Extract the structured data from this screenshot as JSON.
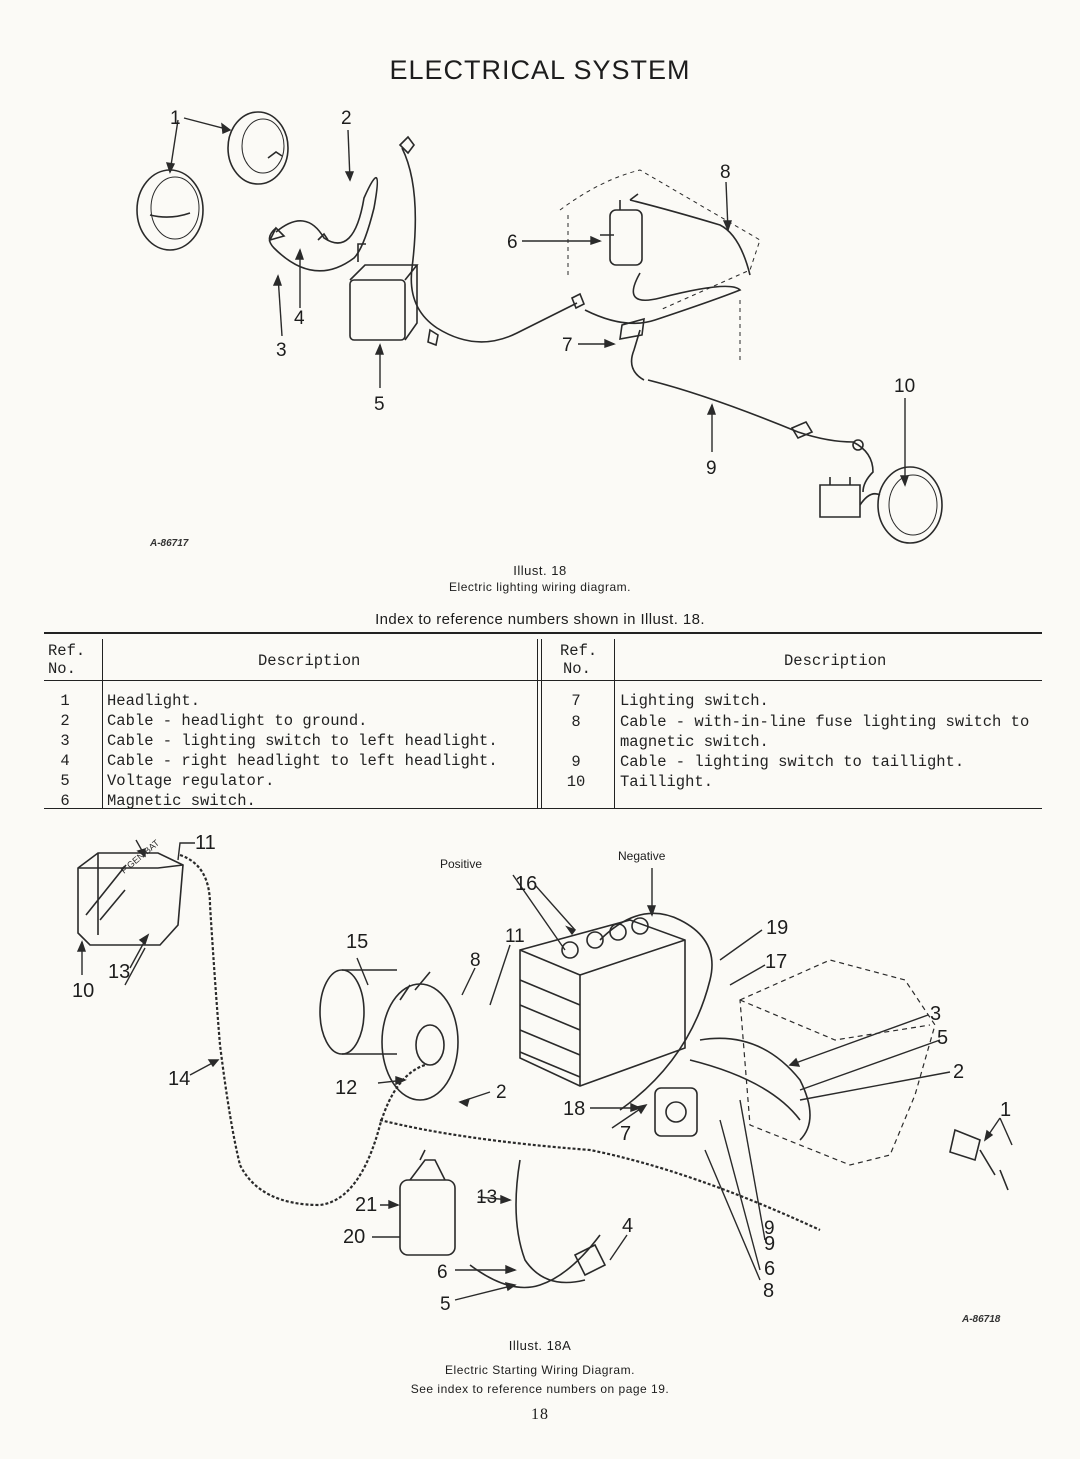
{
  "page_title": "ELECTRICAL SYSTEM",
  "illust18": {
    "figure_number": "A-86717",
    "caption_line1": "Illust. 18",
    "caption_line2": "Electric lighting wiring diagram.",
    "callouts": [
      "1",
      "2",
      "3",
      "4",
      "5",
      "6",
      "7",
      "8",
      "9",
      "10"
    ]
  },
  "index": {
    "heading": "Index to reference numbers shown in Illust. 18.",
    "col_ref_header_1": "Ref.",
    "col_ref_header_2": "No.",
    "col_desc_header": "Description",
    "left_rows": [
      {
        "ref": "1",
        "desc": "Headlight."
      },
      {
        "ref": "2",
        "desc": "Cable - headlight to ground."
      },
      {
        "ref": "3",
        "desc": "Cable - lighting switch to left headlight."
      },
      {
        "ref": "4",
        "desc": "Cable - right headlight to left headlight."
      },
      {
        "ref": "5",
        "desc": "Voltage regulator."
      },
      {
        "ref": "6",
        "desc": "Magnetic switch."
      }
    ],
    "right_rows": [
      {
        "ref": "7",
        "desc": "Lighting switch."
      },
      {
        "ref": "8",
        "desc": "Cable - with-in-line fuse lighting switch to"
      },
      {
        "ref": "",
        "desc": " magnetic switch."
      },
      {
        "ref": "9",
        "desc": "Cable - lighting switch to taillight."
      },
      {
        "ref": "10",
        "desc": "Taillight."
      }
    ]
  },
  "illust18a": {
    "figure_number": "A-86718",
    "positive_label": "Positive",
    "negative_label": "Negative",
    "regulator_marks": "F GEN BAT",
    "callouts": [
      "1",
      "2",
      "3",
      "4",
      "5",
      "6",
      "7",
      "8",
      "9",
      "10",
      "11",
      "12",
      "13",
      "14",
      "15",
      "16",
      "17",
      "18",
      "19",
      "20",
      "21"
    ],
    "caption_line1": "Illust. 18A",
    "caption_line2": "Electric Starting Wiring Diagram.",
    "caption_line3": "See index to reference numbers on page 19."
  },
  "page_number": "18"
}
